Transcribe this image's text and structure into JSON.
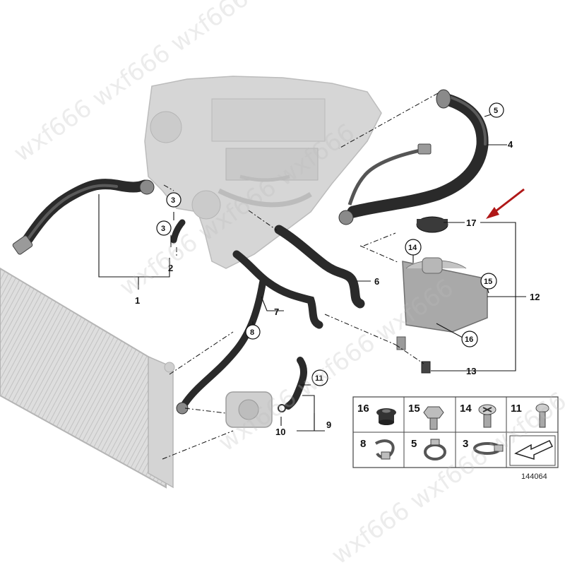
{
  "callouts": {
    "c1": "1",
    "c2": "2",
    "c3a": "3",
    "c3b": "3",
    "c4": "4",
    "c5": "5",
    "c6": "6",
    "c7": "7",
    "c8": "8",
    "c9": "9",
    "c10": "10",
    "c11": "11",
    "c12": "12",
    "c13": "13",
    "c14": "14",
    "c15": "15",
    "c16": "16",
    "c17": "17"
  },
  "parts_grid": {
    "cells": [
      {
        "label": "16",
        "icon": "grommet-icon"
      },
      {
        "label": "15",
        "icon": "hex-bolt-icon"
      },
      {
        "label": "14",
        "icon": "cross-screw-icon"
      },
      {
        "label": "11",
        "icon": "torx-screw-icon"
      },
      {
        "label": "8",
        "icon": "spring-clip-icon"
      },
      {
        "label": "5",
        "icon": "hose-clamp-icon"
      },
      {
        "label": "3",
        "icon": "band-clamp-icon"
      },
      {
        "label": "",
        "icon": "arrow-plate-icon"
      }
    ]
  },
  "reference_number": "144064",
  "watermark": "wxf666 wxf666 wxf666",
  "colors": {
    "highlight_arrow": "#b01818",
    "engine": "#d4d4d4",
    "hose": "#2a2a2a"
  }
}
